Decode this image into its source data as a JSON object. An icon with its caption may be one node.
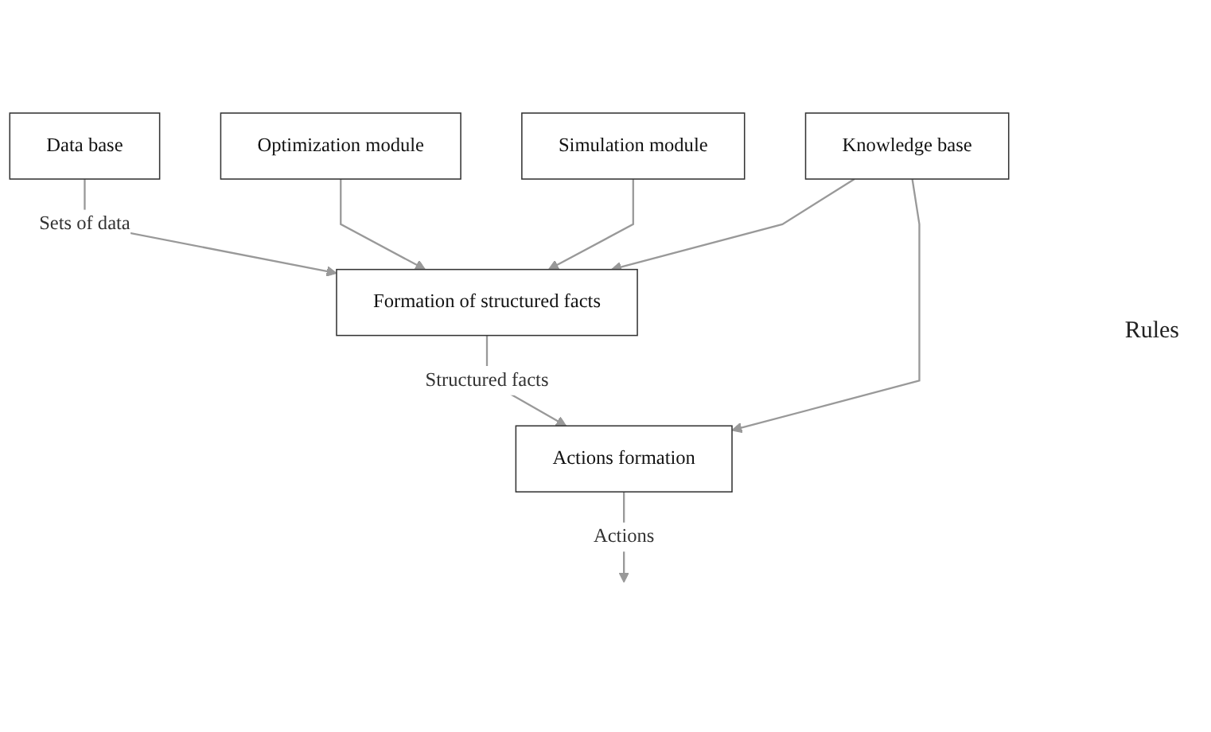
{
  "diagram": {
    "nodes": [
      {
        "text": [
          "Data base"
        ]
      },
      {
        "text": [
          "Optimization module"
        ]
      },
      {
        "text": [
          "Simulation module"
        ]
      },
      {
        "text": [
          "Formation of structured facts"
        ]
      },
      {
        "text": [
          "Knowledge base"
        ]
      },
      {
        "text": [
          "Actions formation"
        ]
      }
    ],
    "edges": [
      {
        "from": 0,
        "to": 3,
        "arrow": "to",
        "label": "Sets of data"
      },
      {
        "from": 1,
        "to": 3,
        "arrow": "to"
      },
      {
        "from": 2,
        "to": 3,
        "arrow": "to"
      },
      {
        "from": 4,
        "to": 3,
        "arrow": "to"
      },
      {
        "from": 3,
        "to": 5,
        "arrow": "to",
        "label": "Structured facts"
      },
      {
        "from": 4,
        "to": 5,
        "arrow": "to"
      },
      {
        "from": 5,
        "to": null,
        "arrow": "to",
        "label": "Actions"
      }
    ],
    "labels": [
      "Rules"
    ]
  }
}
